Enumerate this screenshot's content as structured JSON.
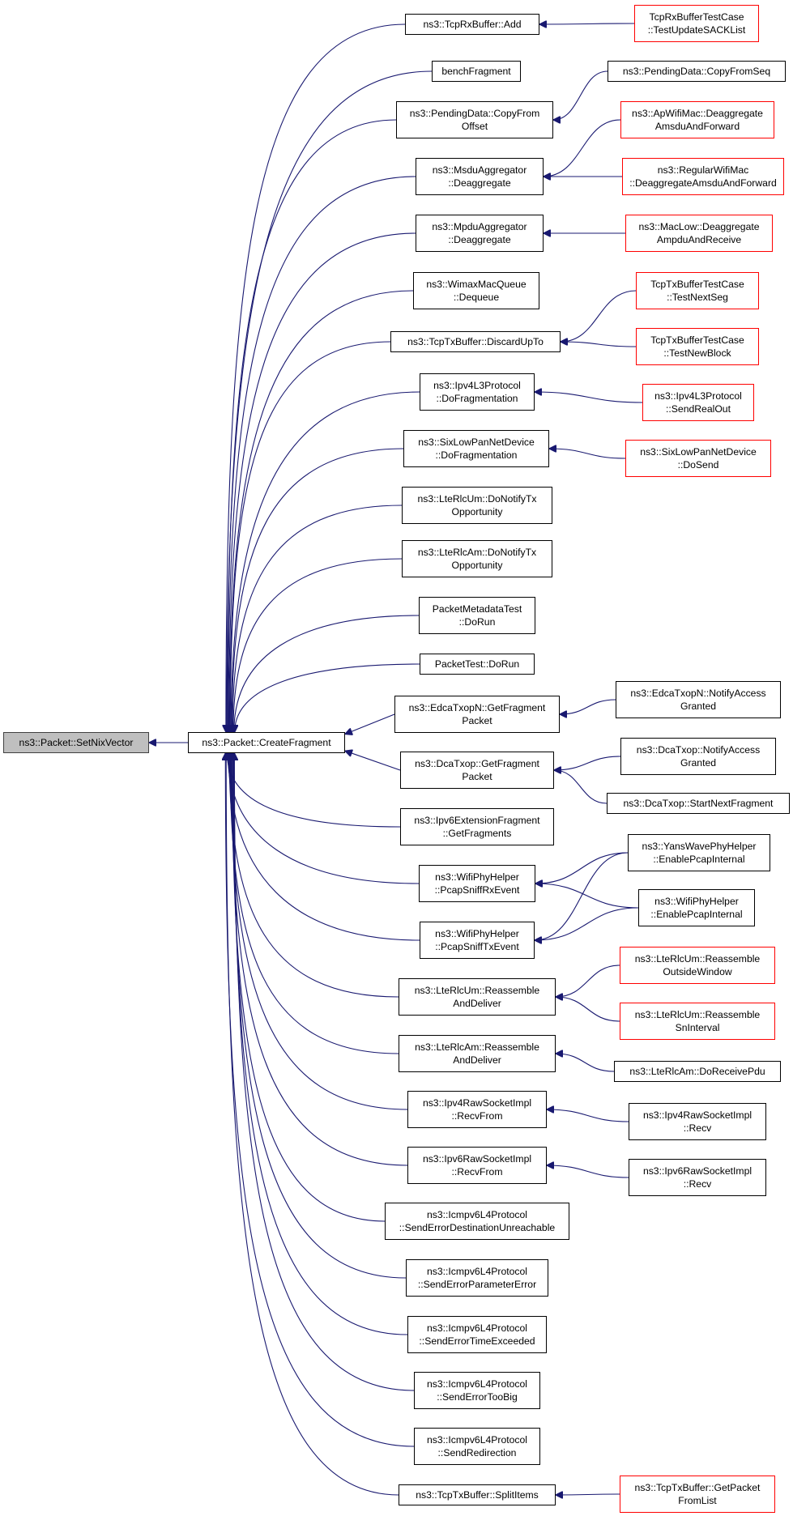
{
  "colors": {
    "edge": "#191970",
    "node_border": "#000000",
    "node_border_red": "#ff0000",
    "focus_fill": "#bfbfbf"
  },
  "nodes": [
    {
      "id": "setnixvector",
      "lines": [
        "ns3::Packet::SetNixVector"
      ],
      "style": "focus"
    },
    {
      "id": "createfragment",
      "lines": [
        "ns3::Packet::CreateFragment"
      ],
      "style": "normal"
    },
    {
      "id": "tcprx-add",
      "lines": [
        "ns3::TcpRxBuffer::Add"
      ],
      "style": "normal"
    },
    {
      "id": "benchfragment",
      "lines": [
        "benchFragment"
      ],
      "style": "normal"
    },
    {
      "id": "pending-copyfromoffset",
      "lines": [
        "ns3::PendingData::CopyFrom",
        "Offset"
      ],
      "style": "normal"
    },
    {
      "id": "msdu-deaggregate",
      "lines": [
        "ns3::MsduAggregator",
        "::Deaggregate"
      ],
      "style": "normal"
    },
    {
      "id": "mpdu-deaggregate",
      "lines": [
        "ns3::MpduAggregator",
        "::Deaggregate"
      ],
      "style": "normal"
    },
    {
      "id": "wimax-dequeue",
      "lines": [
        "ns3::WimaxMacQueue",
        "::Dequeue"
      ],
      "style": "normal"
    },
    {
      "id": "tcptx-discardupto",
      "lines": [
        "ns3::TcpTxBuffer::DiscardUpTo"
      ],
      "style": "normal"
    },
    {
      "id": "ipv4l3-dofragmentation",
      "lines": [
        "ns3::Ipv4L3Protocol",
        "::DoFragmentation"
      ],
      "style": "normal"
    },
    {
      "id": "sixlowpan-dofragmentation",
      "lines": [
        "ns3::SixLowPanNetDevice",
        "::DoFragmentation"
      ],
      "style": "normal"
    },
    {
      "id": "lterlcum-donotifytx",
      "lines": [
        "ns3::LteRlcUm::DoNotifyTx",
        "Opportunity"
      ],
      "style": "normal"
    },
    {
      "id": "lterlcam-donotifytx",
      "lines": [
        "ns3::LteRlcAm::DoNotifyTx",
        "Opportunity"
      ],
      "style": "normal"
    },
    {
      "id": "packetmetadatatest-dorun",
      "lines": [
        "PacketMetadataTest",
        "::DoRun"
      ],
      "style": "normal"
    },
    {
      "id": "packettest-dorun",
      "lines": [
        "PacketTest::DoRun"
      ],
      "style": "normal"
    },
    {
      "id": "edcatxopn-getfragmentpacket",
      "lines": [
        "ns3::EdcaTxopN::GetFragment",
        "Packet"
      ],
      "style": "normal"
    },
    {
      "id": "dcatxop-getfragmentpacket",
      "lines": [
        "ns3::DcaTxop::GetFragment",
        "Packet"
      ],
      "style": "normal"
    },
    {
      "id": "ipv6extfragment-getfragments",
      "lines": [
        "ns3::Ipv6ExtensionFragment",
        "::GetFragments"
      ],
      "style": "normal"
    },
    {
      "id": "wifiphy-pcapsniffrx",
      "lines": [
        "ns3::WifiPhyHelper",
        "::PcapSniffRxEvent"
      ],
      "style": "normal"
    },
    {
      "id": "wifiphy-pcapsnifftx",
      "lines": [
        "ns3::WifiPhyHelper",
        "::PcapSniffTxEvent"
      ],
      "style": "normal"
    },
    {
      "id": "lterlcum-reassembleanddeliver",
      "lines": [
        "ns3::LteRlcUm::Reassemble",
        "AndDeliver"
      ],
      "style": "normal"
    },
    {
      "id": "lterlcam-reassembleanddeliver",
      "lines": [
        "ns3::LteRlcAm::Reassemble",
        "AndDeliver"
      ],
      "style": "normal"
    },
    {
      "id": "ipv4rawsocket-recvfrom",
      "lines": [
        "ns3::Ipv4RawSocketImpl",
        "::RecvFrom"
      ],
      "style": "normal"
    },
    {
      "id": "ipv6rawsocket-recvfrom",
      "lines": [
        "ns3::Ipv6RawSocketImpl",
        "::RecvFrom"
      ],
      "style": "normal"
    },
    {
      "id": "icmpv6-senderrordestunreach",
      "lines": [
        "ns3::Icmpv6L4Protocol",
        "::SendErrorDestinationUnreachable"
      ],
      "style": "normal"
    },
    {
      "id": "icmpv6-senderrorparam",
      "lines": [
        "ns3::Icmpv6L4Protocol",
        "::SendErrorParameterError"
      ],
      "style": "normal"
    },
    {
      "id": "icmpv6-senderrortime",
      "lines": [
        "ns3::Icmpv6L4Protocol",
        "::SendErrorTimeExceeded"
      ],
      "style": "normal"
    },
    {
      "id": "icmpv6-senderrortoobig",
      "lines": [
        "ns3::Icmpv6L4Protocol",
        "::SendErrorTooBig"
      ],
      "style": "normal"
    },
    {
      "id": "icmpv6-sendredirection",
      "lines": [
        "ns3::Icmpv6L4Protocol",
        "::SendRedirection"
      ],
      "style": "normal"
    },
    {
      "id": "tcptx-splititems",
      "lines": [
        "ns3::TcpTxBuffer::SplitItems"
      ],
      "style": "normal"
    },
    {
      "id": "tcprxtest-updatesack",
      "lines": [
        "TcpRxBufferTestCase",
        "::TestUpdateSACKList"
      ],
      "style": "red"
    },
    {
      "id": "pending-copyfromseq",
      "lines": [
        "ns3::PendingData::CopyFromSeq"
      ],
      "style": "normal"
    },
    {
      "id": "apwifimac-deaggregate",
      "lines": [
        "ns3::ApWifiMac::Deaggregate",
        "AmsduAndForward"
      ],
      "style": "red"
    },
    {
      "id": "regularwifimac-deaggregate",
      "lines": [
        "ns3::RegularWifiMac",
        "::DeaggregateAmsduAndForward"
      ],
      "style": "red"
    },
    {
      "id": "maclow-deaggregate",
      "lines": [
        "ns3::MacLow::Deaggregate",
        "AmpduAndReceive"
      ],
      "style": "red"
    },
    {
      "id": "tcptxtest-nextseg",
      "lines": [
        "TcpTxBufferTestCase",
        "::TestNextSeg"
      ],
      "style": "red"
    },
    {
      "id": "tcptxtest-newblock",
      "lines": [
        "TcpTxBufferTestCase",
        "::TestNewBlock"
      ],
      "style": "red"
    },
    {
      "id": "ipv4l3-sendrealout",
      "lines": [
        "ns3::Ipv4L3Protocol",
        "::SendRealOut"
      ],
      "style": "red"
    },
    {
      "id": "sixlowpan-dosend",
      "lines": [
        "ns3::SixLowPanNetDevice",
        "::DoSend"
      ],
      "style": "red"
    },
    {
      "id": "edcatxopn-notifyaccess",
      "lines": [
        "ns3::EdcaTxopN::NotifyAccess",
        "Granted"
      ],
      "style": "normal"
    },
    {
      "id": "dcatxop-notifyaccess",
      "lines": [
        "ns3::DcaTxop::NotifyAccess",
        "Granted"
      ],
      "style": "normal"
    },
    {
      "id": "dcatxop-startnextfragment",
      "lines": [
        "ns3::DcaTxop::StartNextFragment"
      ],
      "style": "normal"
    },
    {
      "id": "yanswavephy-enablepcap",
      "lines": [
        "ns3::YansWavePhyHelper",
        "::EnablePcapInternal"
      ],
      "style": "normal"
    },
    {
      "id": "wifiphy-enablepcap",
      "lines": [
        "ns3::WifiPhyHelper",
        "::EnablePcapInternal"
      ],
      "style": "normal"
    },
    {
      "id": "lterlcum-reassembleoutside",
      "lines": [
        "ns3::LteRlcUm::Reassemble",
        "OutsideWindow"
      ],
      "style": "red"
    },
    {
      "id": "lterlcum-reassemblesn",
      "lines": [
        "ns3::LteRlcUm::Reassemble",
        "SnInterval"
      ],
      "style": "red"
    },
    {
      "id": "lterlcam-doreceivepdu",
      "lines": [
        "ns3::LteRlcAm::DoReceivePdu"
      ],
      "style": "normal"
    },
    {
      "id": "ipv4rawsocket-recv",
      "lines": [
        "ns3::Ipv4RawSocketImpl",
        "::Recv"
      ],
      "style": "normal"
    },
    {
      "id": "ipv6rawsocket-recv",
      "lines": [
        "ns3::Ipv6RawSocketImpl",
        "::Recv"
      ],
      "style": "normal"
    },
    {
      "id": "tcptx-getpacketfromlist",
      "lines": [
        "ns3::TcpTxBuffer::GetPacket",
        "FromList"
      ],
      "style": "red"
    }
  ],
  "edges": [
    {
      "from": "createfragment",
      "to": "setnixvector"
    },
    {
      "from": "tcprx-add",
      "to": "createfragment"
    },
    {
      "from": "benchfragment",
      "to": "createfragment"
    },
    {
      "from": "pending-copyfromoffset",
      "to": "createfragment"
    },
    {
      "from": "msdu-deaggregate",
      "to": "createfragment"
    },
    {
      "from": "mpdu-deaggregate",
      "to": "createfragment"
    },
    {
      "from": "wimax-dequeue",
      "to": "createfragment"
    },
    {
      "from": "tcptx-discardupto",
      "to": "createfragment"
    },
    {
      "from": "ipv4l3-dofragmentation",
      "to": "createfragment"
    },
    {
      "from": "sixlowpan-dofragmentation",
      "to": "createfragment"
    },
    {
      "from": "lterlcum-donotifytx",
      "to": "createfragment"
    },
    {
      "from": "lterlcam-donotifytx",
      "to": "createfragment"
    },
    {
      "from": "packetmetadatatest-dorun",
      "to": "createfragment"
    },
    {
      "from": "packettest-dorun",
      "to": "createfragment"
    },
    {
      "from": "edcatxopn-getfragmentpacket",
      "to": "createfragment"
    },
    {
      "from": "dcatxop-getfragmentpacket",
      "to": "createfragment"
    },
    {
      "from": "ipv6extfragment-getfragments",
      "to": "createfragment"
    },
    {
      "from": "wifiphy-pcapsniffrx",
      "to": "createfragment"
    },
    {
      "from": "wifiphy-pcapsnifftx",
      "to": "createfragment"
    },
    {
      "from": "lterlcum-reassembleanddeliver",
      "to": "createfragment"
    },
    {
      "from": "lterlcam-reassembleanddeliver",
      "to": "createfragment"
    },
    {
      "from": "ipv4rawsocket-recvfrom",
      "to": "createfragment"
    },
    {
      "from": "ipv6rawsocket-recvfrom",
      "to": "createfragment"
    },
    {
      "from": "icmpv6-senderrordestunreach",
      "to": "createfragment"
    },
    {
      "from": "icmpv6-senderrorparam",
      "to": "createfragment"
    },
    {
      "from": "icmpv6-senderrortime",
      "to": "createfragment"
    },
    {
      "from": "icmpv6-senderrortoobig",
      "to": "createfragment"
    },
    {
      "from": "icmpv6-sendredirection",
      "to": "createfragment"
    },
    {
      "from": "tcptx-splititems",
      "to": "createfragment"
    },
    {
      "from": "tcprxtest-updatesack",
      "to": "tcprx-add"
    },
    {
      "from": "pending-copyfromseq",
      "to": "pending-copyfromoffset"
    },
    {
      "from": "apwifimac-deaggregate",
      "to": "msdu-deaggregate"
    },
    {
      "from": "regularwifimac-deaggregate",
      "to": "msdu-deaggregate"
    },
    {
      "from": "maclow-deaggregate",
      "to": "mpdu-deaggregate"
    },
    {
      "from": "tcptxtest-nextseg",
      "to": "tcptx-discardupto"
    },
    {
      "from": "tcptxtest-newblock",
      "to": "tcptx-discardupto"
    },
    {
      "from": "ipv4l3-sendrealout",
      "to": "ipv4l3-dofragmentation"
    },
    {
      "from": "sixlowpan-dosend",
      "to": "sixlowpan-dofragmentation"
    },
    {
      "from": "edcatxopn-notifyaccess",
      "to": "edcatxopn-getfragmentpacket"
    },
    {
      "from": "dcatxop-notifyaccess",
      "to": "dcatxop-getfragmentpacket"
    },
    {
      "from": "dcatxop-startnextfragment",
      "to": "dcatxop-getfragmentpacket"
    },
    {
      "from": "yanswavephy-enablepcap",
      "to": "wifiphy-pcapsniffrx"
    },
    {
      "from": "wifiphy-enablepcap",
      "to": "wifiphy-pcapsniffrx"
    },
    {
      "from": "yanswavephy-enablepcap",
      "to": "wifiphy-pcapsnifftx"
    },
    {
      "from": "wifiphy-enablepcap",
      "to": "wifiphy-pcapsnifftx"
    },
    {
      "from": "lterlcum-reassembleoutside",
      "to": "lterlcum-reassembleanddeliver"
    },
    {
      "from": "lterlcum-reassemblesn",
      "to": "lterlcum-reassembleanddeliver"
    },
    {
      "from": "lterlcam-doreceivepdu",
      "to": "lterlcam-reassembleanddeliver"
    },
    {
      "from": "ipv4rawsocket-recv",
      "to": "ipv4rawsocket-recvfrom"
    },
    {
      "from": "ipv6rawsocket-recv",
      "to": "ipv6rawsocket-recvfrom"
    },
    {
      "from": "tcptx-getpacketfromlist",
      "to": "tcptx-splititems"
    }
  ]
}
